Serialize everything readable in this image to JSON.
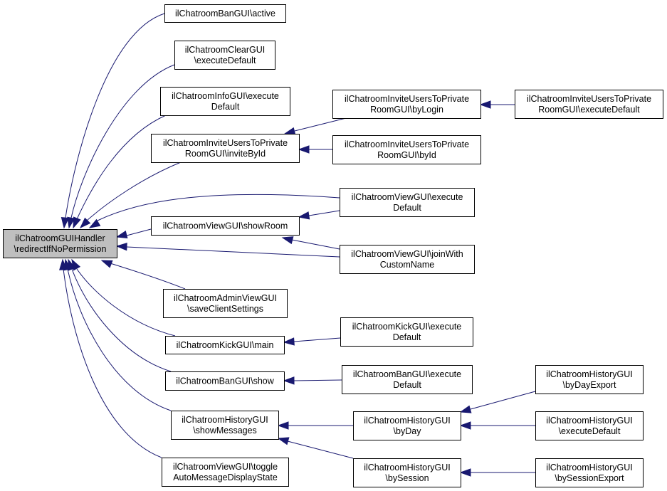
{
  "diagram": {
    "type": "call-graph",
    "edge_color": "#191970",
    "root_fill": "#bfbfbf",
    "nodes": [
      {
        "id": "root",
        "lines": [
          "ilChatroomGUIHandler",
          "\\redirectIfNoPermission"
        ],
        "root": true
      },
      {
        "id": "ban_active",
        "lines": [
          "ilChatroomBanGUI\\active"
        ]
      },
      {
        "id": "clear_exec",
        "lines": [
          "ilChatroomClearGUI",
          "\\executeDefault"
        ]
      },
      {
        "id": "info_exec",
        "lines": [
          "ilChatroomInfoGUI\\execute",
          "Default"
        ]
      },
      {
        "id": "invite_byid_main",
        "lines": [
          "ilChatroomInviteUsersToPrivate",
          "RoomGUI\\inviteById"
        ]
      },
      {
        "id": "view_showroom",
        "lines": [
          "ilChatroomViewGUI\\showRoom"
        ]
      },
      {
        "id": "admin_save",
        "lines": [
          "ilChatroomAdminViewGUI",
          "\\saveClientSettings"
        ]
      },
      {
        "id": "kick_main",
        "lines": [
          "ilChatroomKickGUI\\main"
        ]
      },
      {
        "id": "ban_show",
        "lines": [
          "ilChatroomBanGUI\\show"
        ]
      },
      {
        "id": "hist_showmsg",
        "lines": [
          "ilChatroomHistoryGUI",
          "\\showMessages"
        ]
      },
      {
        "id": "view_toggle",
        "lines": [
          "ilChatroomViewGUI\\toggle",
          "AutoMessageDisplayState"
        ]
      },
      {
        "id": "invite_bylogin",
        "lines": [
          "ilChatroomInviteUsersToPrivate",
          "RoomGUI\\byLogin"
        ]
      },
      {
        "id": "invite_byid",
        "lines": [
          "ilChatroomInviteUsersToPrivate",
          "RoomGUI\\byId"
        ]
      },
      {
        "id": "invite_exec",
        "lines": [
          "ilChatroomInviteUsersToPrivate",
          "RoomGUI\\executeDefault"
        ]
      },
      {
        "id": "view_exec",
        "lines": [
          "ilChatroomViewGUI\\execute",
          "Default"
        ]
      },
      {
        "id": "view_join",
        "lines": [
          "ilChatroomViewGUI\\joinWith",
          "CustomName"
        ]
      },
      {
        "id": "kick_exec",
        "lines": [
          "ilChatroomKickGUI\\execute",
          "Default"
        ]
      },
      {
        "id": "ban_exec",
        "lines": [
          "ilChatroomBanGUI\\execute",
          "Default"
        ]
      },
      {
        "id": "hist_byday",
        "lines": [
          "ilChatroomHistoryGUI",
          "\\byDay"
        ]
      },
      {
        "id": "hist_bysession",
        "lines": [
          "ilChatroomHistoryGUI",
          "\\bySession"
        ]
      },
      {
        "id": "hist_bydayexport",
        "lines": [
          "ilChatroomHistoryGUI",
          "\\byDayExport"
        ]
      },
      {
        "id": "hist_exec",
        "lines": [
          "ilChatroomHistoryGUI",
          "\\executeDefault"
        ]
      },
      {
        "id": "hist_bysessionexport",
        "lines": [
          "ilChatroomHistoryGUI",
          "\\bySessionExport"
        ]
      }
    ],
    "edges": [
      {
        "from": "ban_active",
        "to": "root"
      },
      {
        "from": "clear_exec",
        "to": "root"
      },
      {
        "from": "info_exec",
        "to": "root"
      },
      {
        "from": "invite_byid_main",
        "to": "root"
      },
      {
        "from": "view_exec",
        "to": "root"
      },
      {
        "from": "view_showroom",
        "to": "root"
      },
      {
        "from": "view_join",
        "to": "root"
      },
      {
        "from": "admin_save",
        "to": "root"
      },
      {
        "from": "kick_main",
        "to": "root"
      },
      {
        "from": "ban_show",
        "to": "root"
      },
      {
        "from": "hist_showmsg",
        "to": "root"
      },
      {
        "from": "view_toggle",
        "to": "root"
      },
      {
        "from": "invite_bylogin",
        "to": "invite_byid_main"
      },
      {
        "from": "invite_byid",
        "to": "invite_byid_main"
      },
      {
        "from": "invite_exec",
        "to": "invite_bylogin"
      },
      {
        "from": "view_exec",
        "to": "view_showroom"
      },
      {
        "from": "view_join",
        "to": "view_showroom"
      },
      {
        "from": "kick_exec",
        "to": "kick_main"
      },
      {
        "from": "ban_exec",
        "to": "ban_show"
      },
      {
        "from": "hist_byday",
        "to": "hist_showmsg"
      },
      {
        "from": "hist_bysession",
        "to": "hist_showmsg"
      },
      {
        "from": "hist_bydayexport",
        "to": "hist_byday"
      },
      {
        "from": "hist_exec",
        "to": "hist_byday"
      },
      {
        "from": "hist_bysessionexport",
        "to": "hist_bysession"
      }
    ]
  }
}
